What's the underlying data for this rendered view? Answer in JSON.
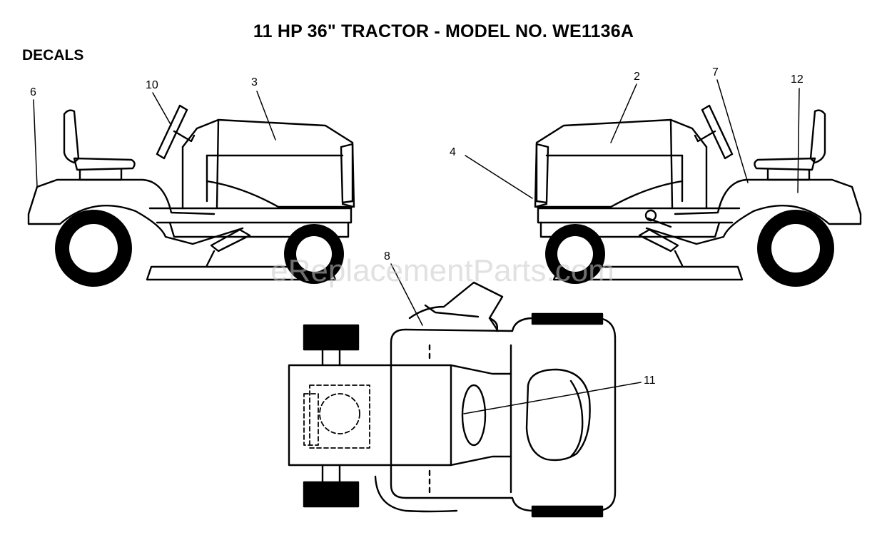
{
  "header": {
    "title": "11 HP 36\" TRACTOR - MODEL NO. WE1136A",
    "section_label": "DECALS"
  },
  "watermark": "eReplacementParts.com",
  "callouts": {
    "c6": "6",
    "c10": "10",
    "c3": "3",
    "c2": "2",
    "c7": "7",
    "c12": "12",
    "c4": "4",
    "c8": "8",
    "c11": "11"
  },
  "colors": {
    "line": "#000000",
    "tire": "#000000",
    "watermark": "#c9c9c9"
  }
}
